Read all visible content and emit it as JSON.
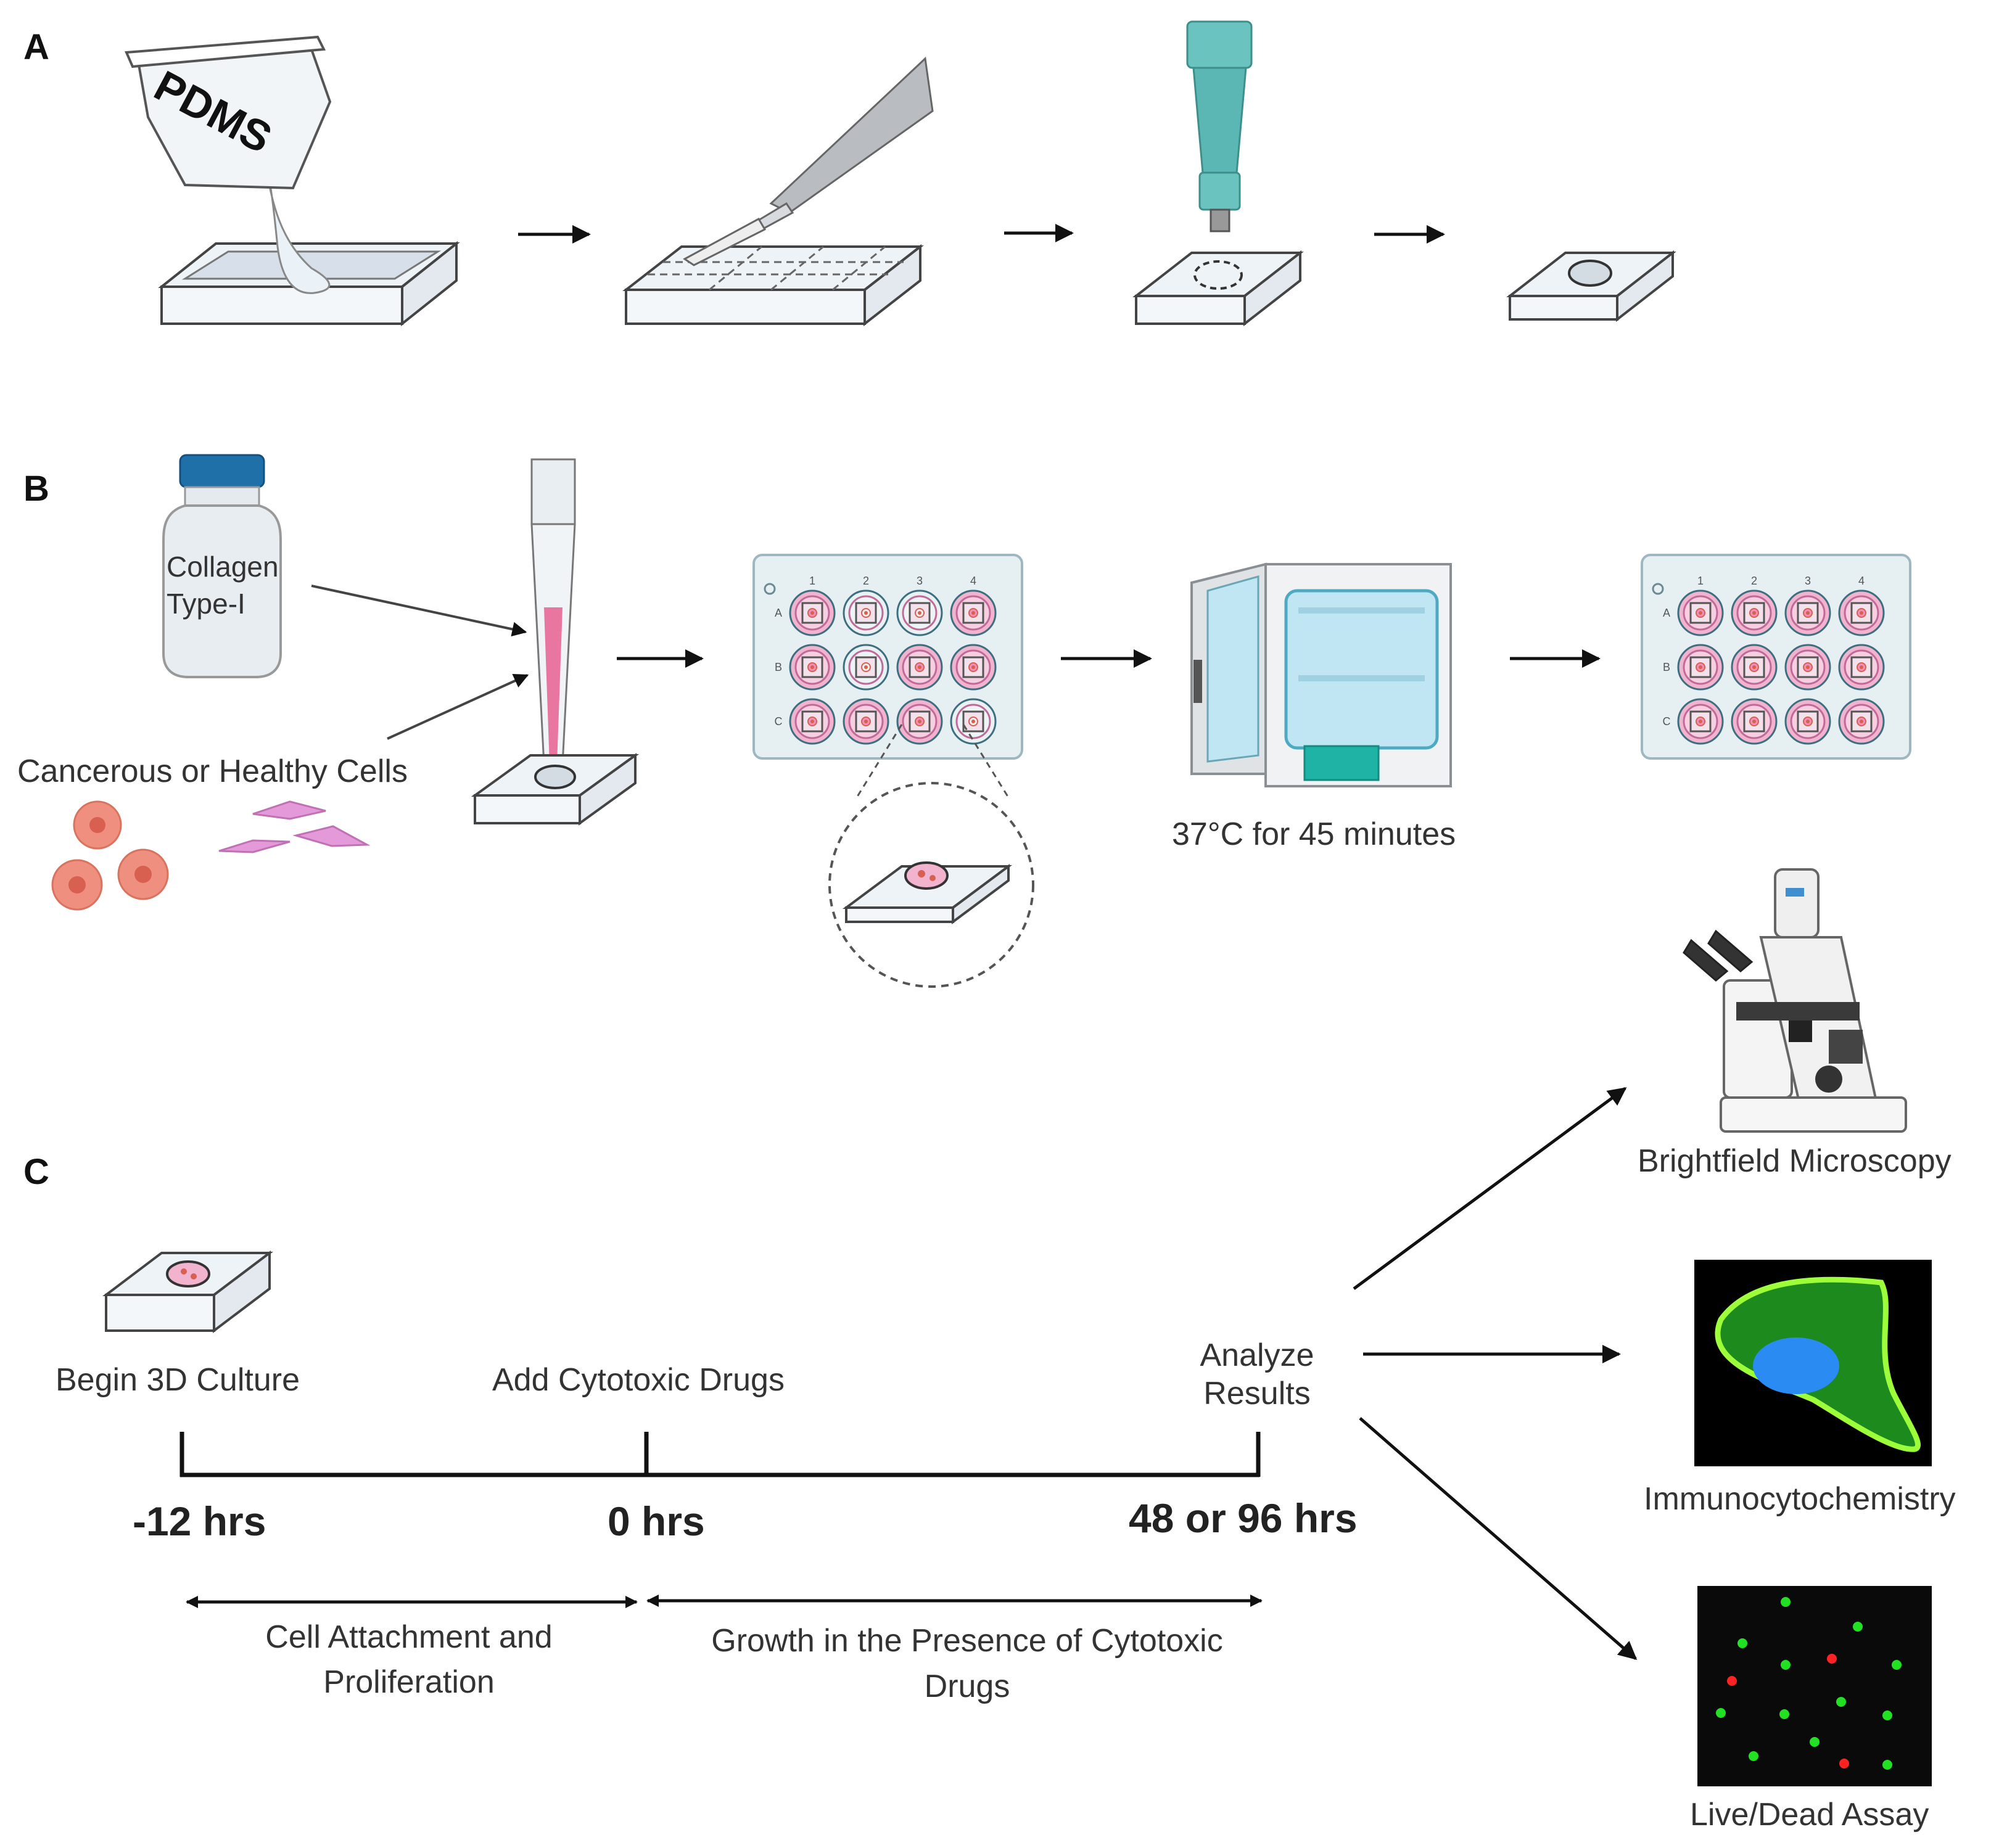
{
  "panels": {
    "a": {
      "letter": "A",
      "beaker_label": "PDMS"
    },
    "b": {
      "letter": "B",
      "bottle_label_line1": "Collagen",
      "bottle_label_line2": "Type-I",
      "cells_label": "Cancerous or Healthy Cells",
      "incubator_label": "37°C for 45 minutes",
      "plate_cols": [
        "1",
        "2",
        "3",
        "4"
      ],
      "plate_rows": [
        "A",
        "B",
        "C"
      ]
    },
    "c": {
      "letter": "C",
      "begin_label": "Begin 3D Culture",
      "drugs_label": "Add Cytotoxic Drugs",
      "analyze_line1": "Analyze",
      "analyze_line2": "Results",
      "time_start": "-12 hrs",
      "time_zero": "0 hrs",
      "time_end": "48 or 96 hrs",
      "attach_line1": "Cell Attachment and",
      "attach_line2": "Proliferation",
      "growth_line1": "Growth in the Presence of Cytotoxic",
      "growth_line2": "Drugs",
      "microscopy_label": "Brightfield Microscopy",
      "icc_label": "Immunocytochemistry",
      "livedead_label": "Live/Dead Assay"
    }
  },
  "colors": {
    "collagen_pink": "#e8769e",
    "well_pink": "#f2b3cf",
    "cell_salmon": "#ee8f7f",
    "fibroblast": "#e49ad9",
    "bottle_cap": "#1f6fa8",
    "punch_teal": "#5bb7b3",
    "incubator_teal": "#1fb3a6",
    "icc_green": "#1c8a1c",
    "icc_outline": "#9dff3a",
    "icc_nucleus": "#2a8bf2",
    "live_green": "#22e022",
    "dead_red": "#ff2222"
  }
}
